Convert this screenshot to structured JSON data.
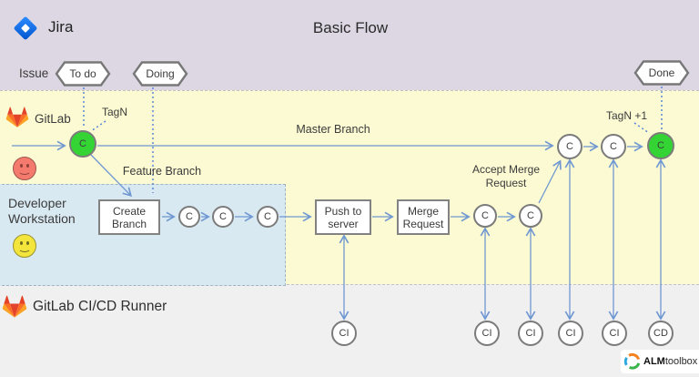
{
  "title": "Basic Flow",
  "jira": {
    "app_label": "Jira",
    "row_label": "Issue",
    "statuses": {
      "todo": "To do",
      "doing": "Doing",
      "done": "Done"
    }
  },
  "gitlab": {
    "label": "GitLab",
    "tag_n": "TagN",
    "tag_n_plus_1": "TagN +1",
    "master_branch": "Master Branch",
    "feature_branch": "Feature Branch",
    "accept_merge_line1": "Accept Merge",
    "accept_merge_line2": "Request"
  },
  "developer": {
    "label_line1": "Developer",
    "label_line2": "Workstation"
  },
  "runner": {
    "label": "GitLab CI/CD Runner"
  },
  "actions": {
    "create_branch_line1": "Create",
    "create_branch_line2": "Branch",
    "push_line1": "Push to",
    "push_line2": "server",
    "merge_line1": "Merge",
    "merge_line2": "Request"
  },
  "nodes": {
    "commit": "C",
    "ci": "CI",
    "cd": "CD"
  },
  "watermark": {
    "bold": "ALM",
    "rest": "toolbox"
  },
  "colors": {
    "lane_jira": "#DCD7E3",
    "lane_gitlab": "#FBFAD2",
    "lane_runner": "#F0F0F0",
    "dev_box": "#D9E9F2",
    "commit_green": "#35D435",
    "arrow_blue": "#6F97D1",
    "dotted_blue": "#4C80D6"
  }
}
